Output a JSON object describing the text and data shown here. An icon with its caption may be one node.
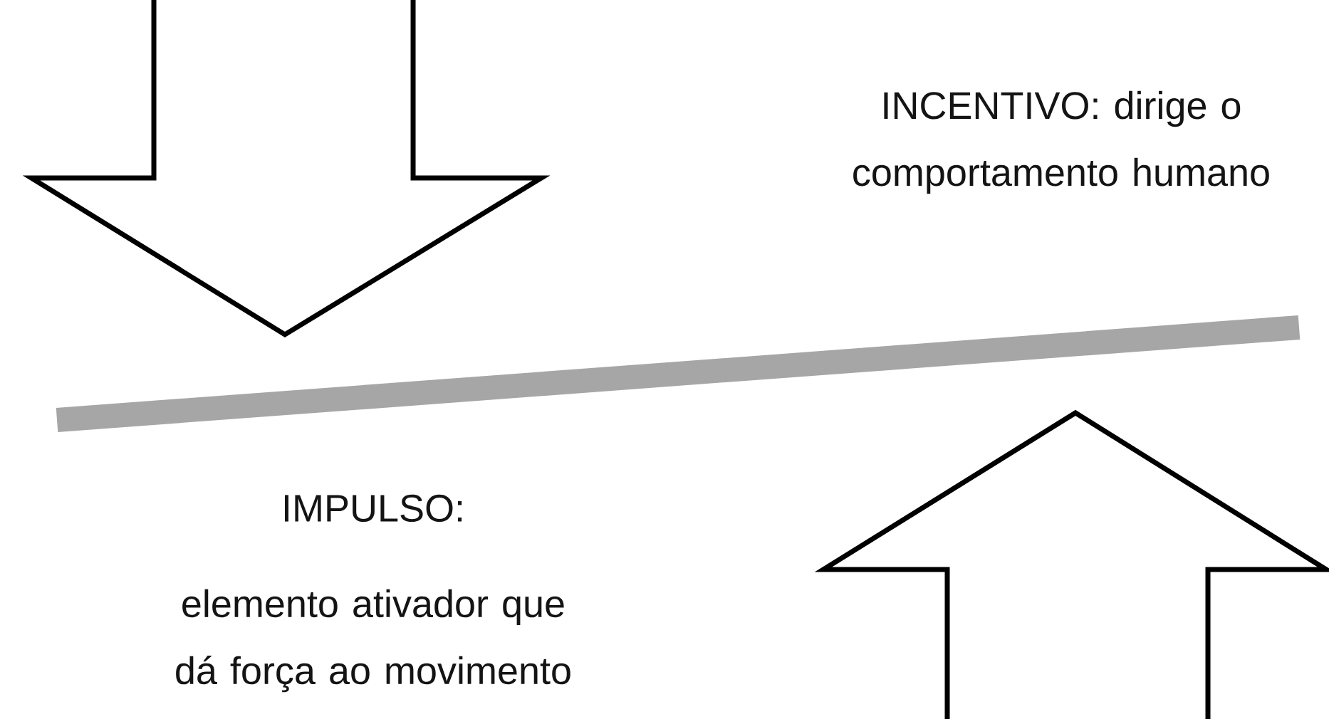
{
  "diagram": {
    "labels": [
      "INCENTIVO: dirige o comportamento humano",
      "IMPULSO:",
      "elemento ativador que dá força ao movimento"
    ]
  }
}
